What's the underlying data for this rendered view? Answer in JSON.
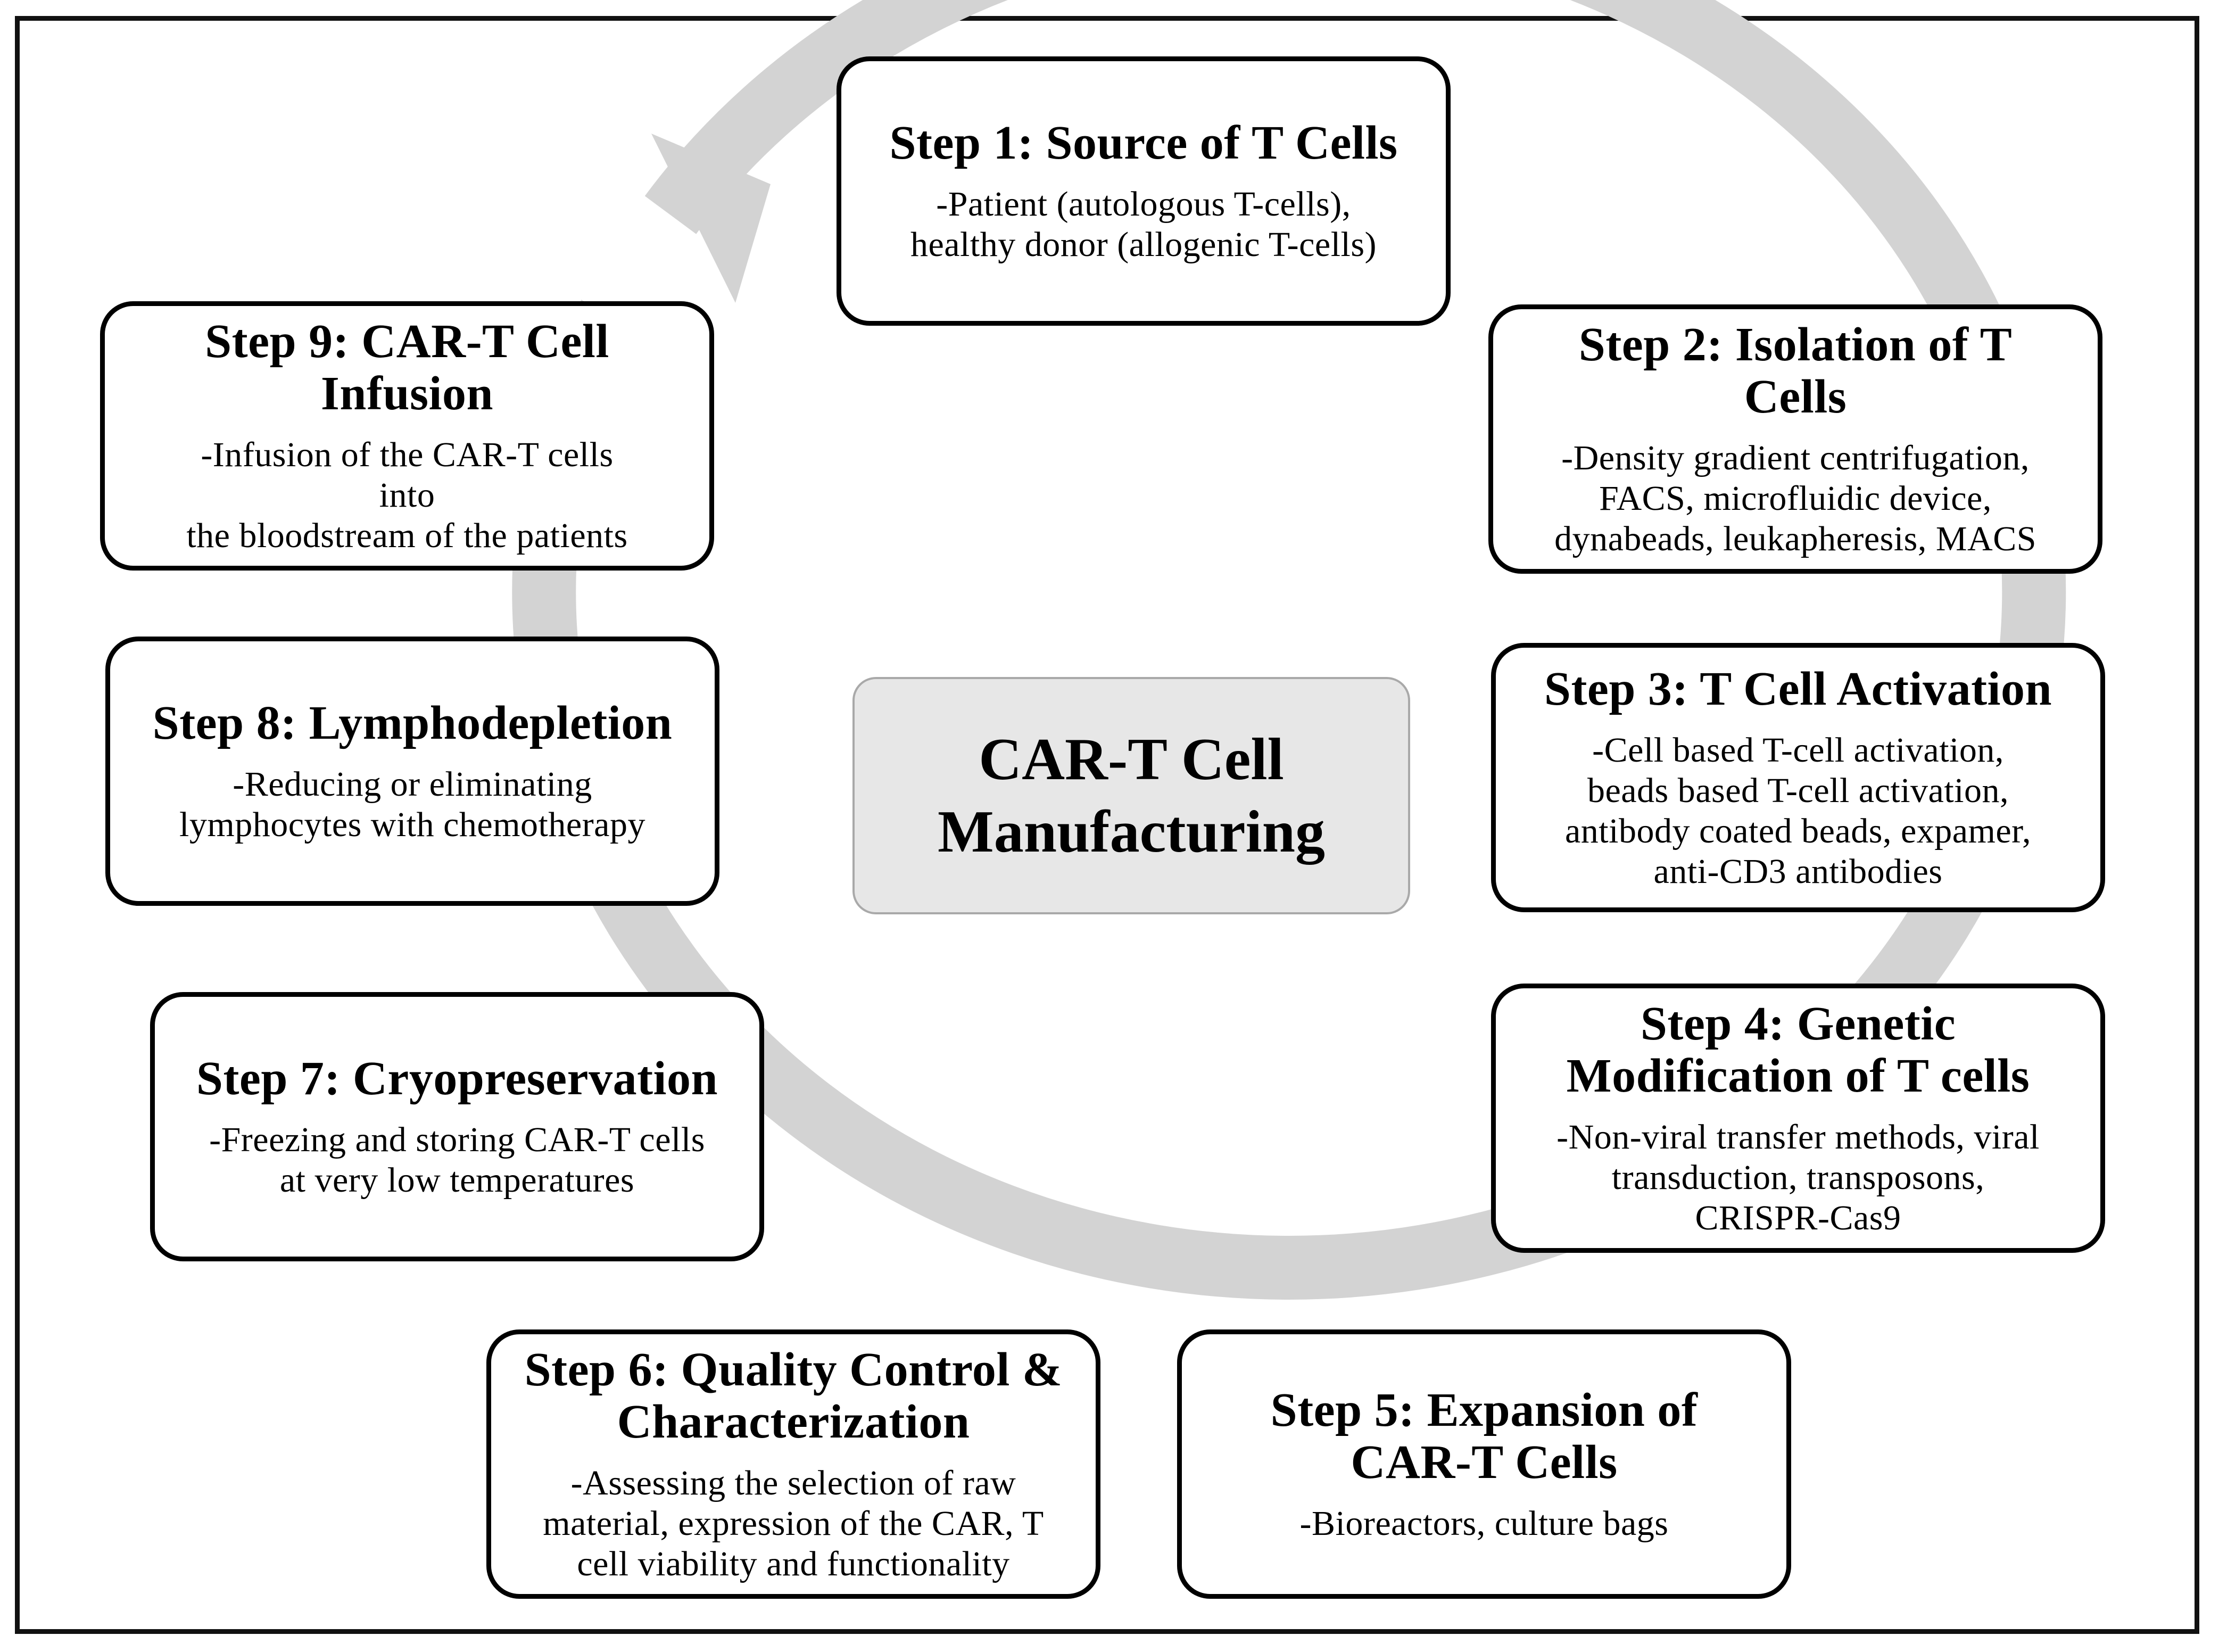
{
  "center": {
    "title": "CAR-T Cell\nManufacturing"
  },
  "steps": [
    {
      "title": "Step 1: Source of T Cells",
      "description": "-Patient (autologous T-cells),\nhealthy donor (allogenic T-cells)"
    },
    {
      "title": "Step 2: Isolation of T Cells",
      "description": "-Density gradient centrifugation,\nFACS, microfluidic device,\ndynabeads, leukapheresis, MACS"
    },
    {
      "title": "Step 3: T Cell Activation",
      "description": "-Cell based T-cell activation,\nbeads based T-cell activation,\nantibody coated beads, expamer,\nanti-CD3 antibodies"
    },
    {
      "title": "Step 4: Genetic Modification of T cells",
      "description": "-Non-viral transfer methods, viral\ntransduction, transposons,\nCRISPR-Cas9"
    },
    {
      "title": "Step 5: Expansion of CAR-T Cells",
      "description": "-Bioreactors, culture bags"
    },
    {
      "title": "Step 6: Quality Control & Characterization",
      "description": "-Assessing the selection of raw\nmaterial, expression of the CAR, T\ncell viability and functionality"
    },
    {
      "title": "Step 7: Cryopreservation",
      "description": "-Freezing and storing CAR-T cells\nat very low temperatures"
    },
    {
      "title": "Step 8: Lymphodepletion",
      "description": "-Reducing or eliminating\nlymphocytes with chemotherapy"
    },
    {
      "title": "Step 9: CAR-T Cell Infusion",
      "description": "-Infusion of the CAR-T cells into\nthe bloodstream of the patients"
    }
  ],
  "colors": {
    "cycle_arrow": "#d3d3d3",
    "center_fill": "#e7e7e7",
    "box_border": "#000000"
  }
}
